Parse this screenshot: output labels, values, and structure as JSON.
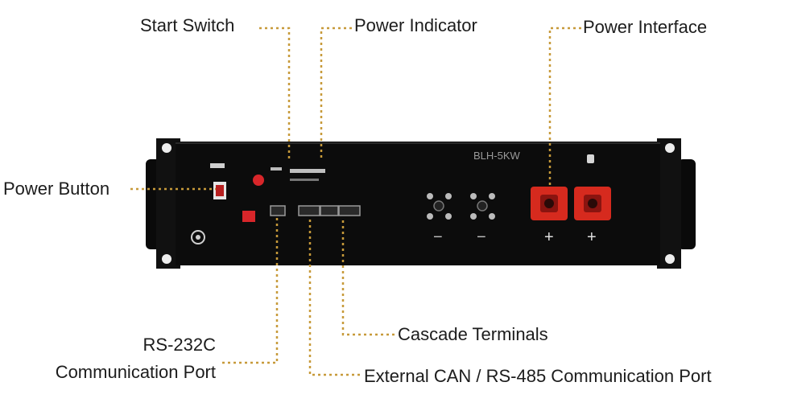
{
  "labels": {
    "start_switch": "Start Switch",
    "power_indicator": "Power Indicator",
    "power_interface": "Power Interface",
    "power_button": "Power Button",
    "rs232_line1": "RS-232C",
    "rs232_line2": "Communication Port",
    "cascade_terminals": "Cascade Terminals",
    "external_can": "External CAN / RS-485 Communication Port"
  },
  "device": {
    "model": "BLH-5KW",
    "plus_sign": "+",
    "minus_sign": "−"
  },
  "colors": {
    "leader": "#c79a3a",
    "chassis": "#0c0c0c",
    "terminal_red": "#d62a1e"
  }
}
